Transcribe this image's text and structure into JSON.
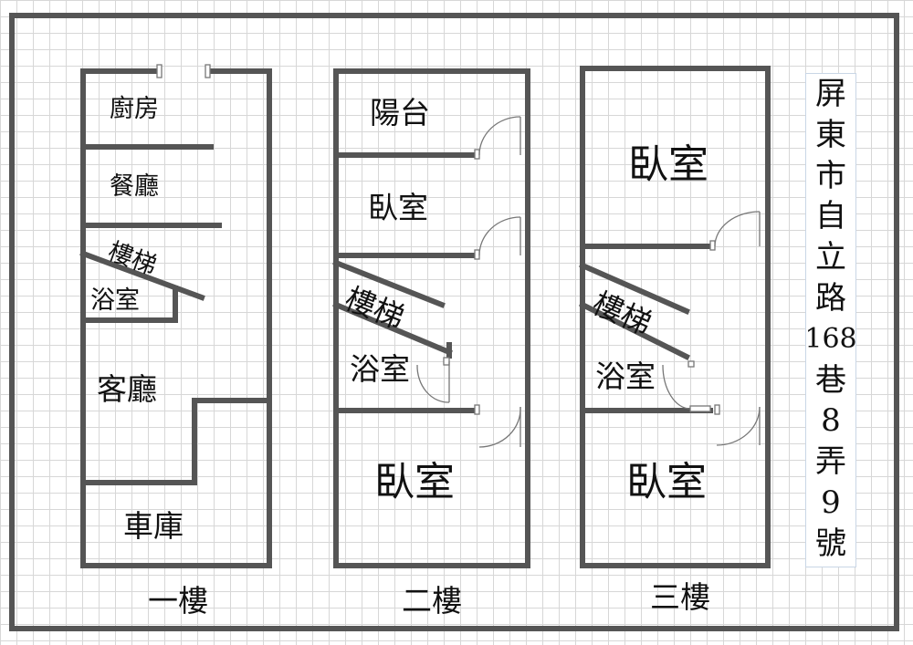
{
  "floors": [
    {
      "name": "一樓",
      "rooms": {
        "kitchen": "廚房",
        "dining": "餐廳",
        "stairs": "樓梯",
        "bathroom": "浴室",
        "living": "客廳",
        "garage": "車庫"
      }
    },
    {
      "name": "二樓",
      "rooms": {
        "balcony": "陽台",
        "bedroom_upper": "臥室",
        "stairs": "樓梯",
        "bathroom": "浴室",
        "bedroom_lower": "臥室"
      }
    },
    {
      "name": "三樓",
      "rooms": {
        "bedroom_upper": "臥室",
        "stairs": "樓梯",
        "bathroom": "浴室",
        "bedroom_lower": "臥室"
      }
    }
  ],
  "address": [
    "屏",
    "東",
    "市",
    "自",
    "立",
    "路",
    "168",
    "巷",
    "8",
    "弄",
    "9",
    "號"
  ]
}
